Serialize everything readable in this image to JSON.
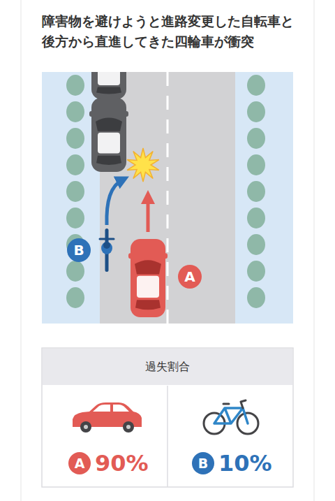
{
  "diagram": {
    "title": "障害物を避けようと進路変更した自転車と後方から直進してきた四輪車が衝突",
    "nodes": [
      {
        "text": [
          "B"
        ]
      },
      {
        "text": [
          "A"
        ]
      },
      {
        "text": [
          "過失割合"
        ]
      },
      {
        "text": [
          "90%"
        ]
      },
      {
        "text": [
          "A"
        ],
        "in": 3
      },
      {
        "text": [
          "10%"
        ]
      },
      {
        "text": [
          "B"
        ],
        "in": 5
      }
    ]
  }
}
